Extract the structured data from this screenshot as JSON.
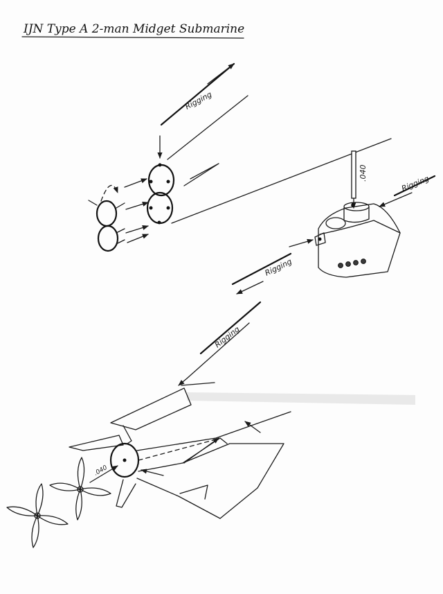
{
  "title": "IJN Type A 2-man Midget Submarine",
  "labels": {
    "rigging_1": "Rigging",
    "rigging_2": "Rigging",
    "rigging_3": "Rigging",
    "rigging_4": "Rigging",
    "wire_size_1": ".040",
    "wire_size_2": ".040"
  },
  "icons": {
    "arrow": "arrow-icon",
    "propeller": "propeller-icon",
    "guard": "propeller-guard-icon",
    "conning_tower": "conning-tower-icon"
  },
  "colors": {
    "ink": "#1a1a1a",
    "paper": "#fdfdfd"
  }
}
